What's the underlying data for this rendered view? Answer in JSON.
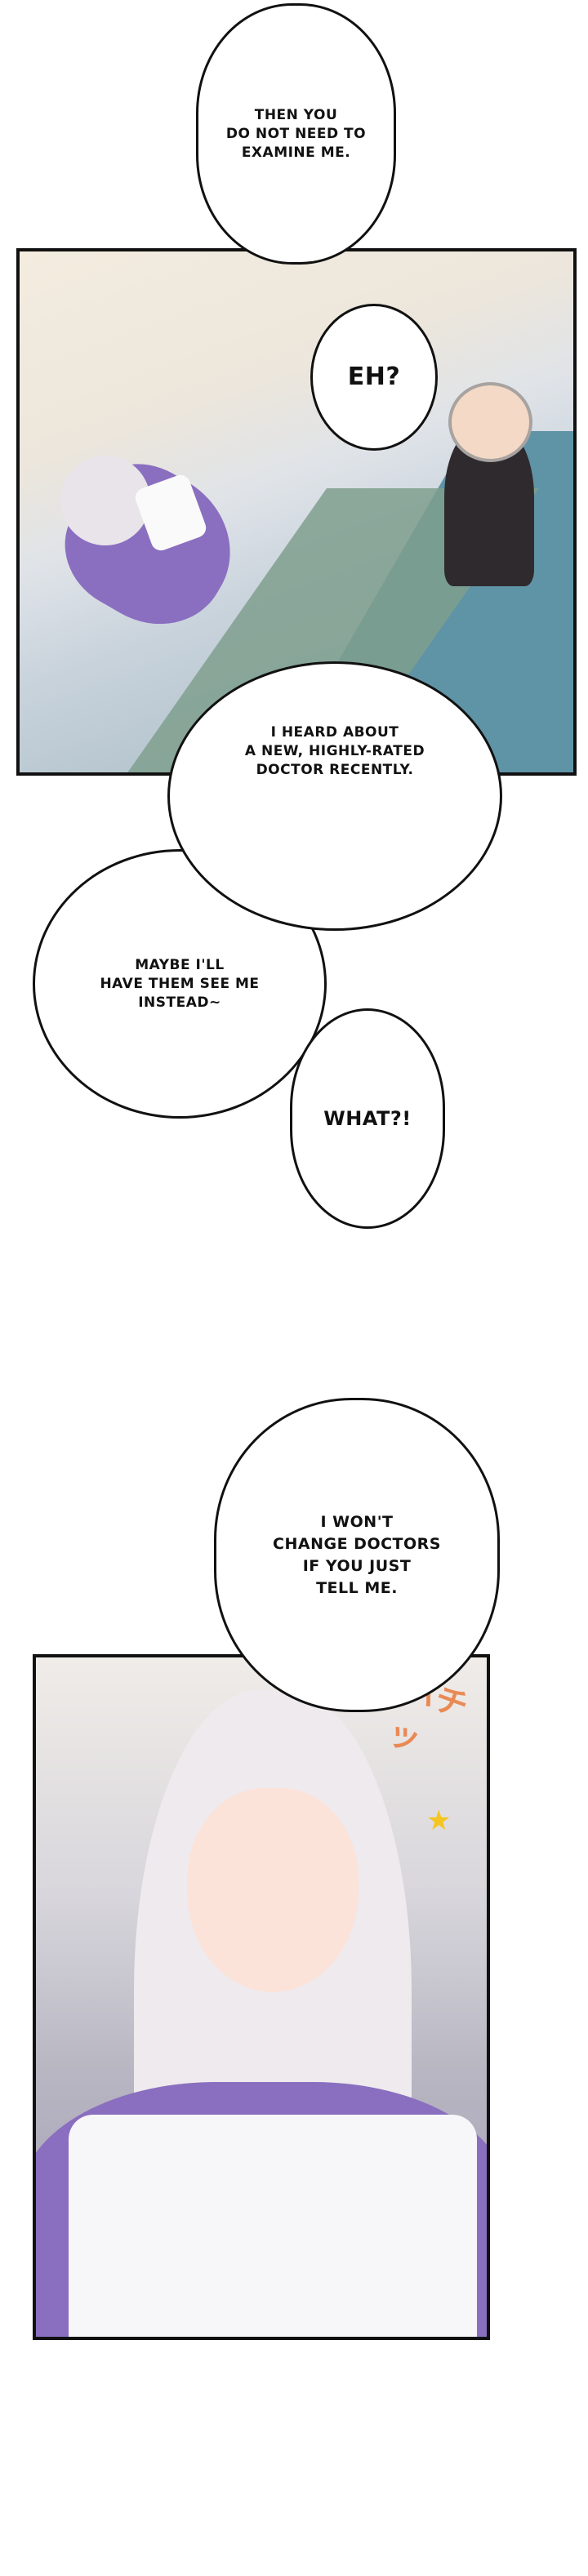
{
  "bubbles": {
    "b1": "THEN YOU\nDO NOT NEED TO\nEXAMINE ME.",
    "b2": "EH?",
    "b3": "I HEARD ABOUT\nA NEW, HIGHLY-RATED\nDOCTOR RECENTLY.",
    "b4": "MAYBE I'LL\nHAVE THEM SEE ME\nINSTEAD~",
    "b5": "WHAT?!",
    "b6": "I WON'T\nCHANGE DOCTORS\nIF YOU JUST\nTELL ME."
  },
  "sfx": "パチッ",
  "colors": {
    "border": "#111111",
    "sfx": "#e98a55",
    "dress": "#8a6fc0",
    "carpet": "#5f93a6"
  }
}
